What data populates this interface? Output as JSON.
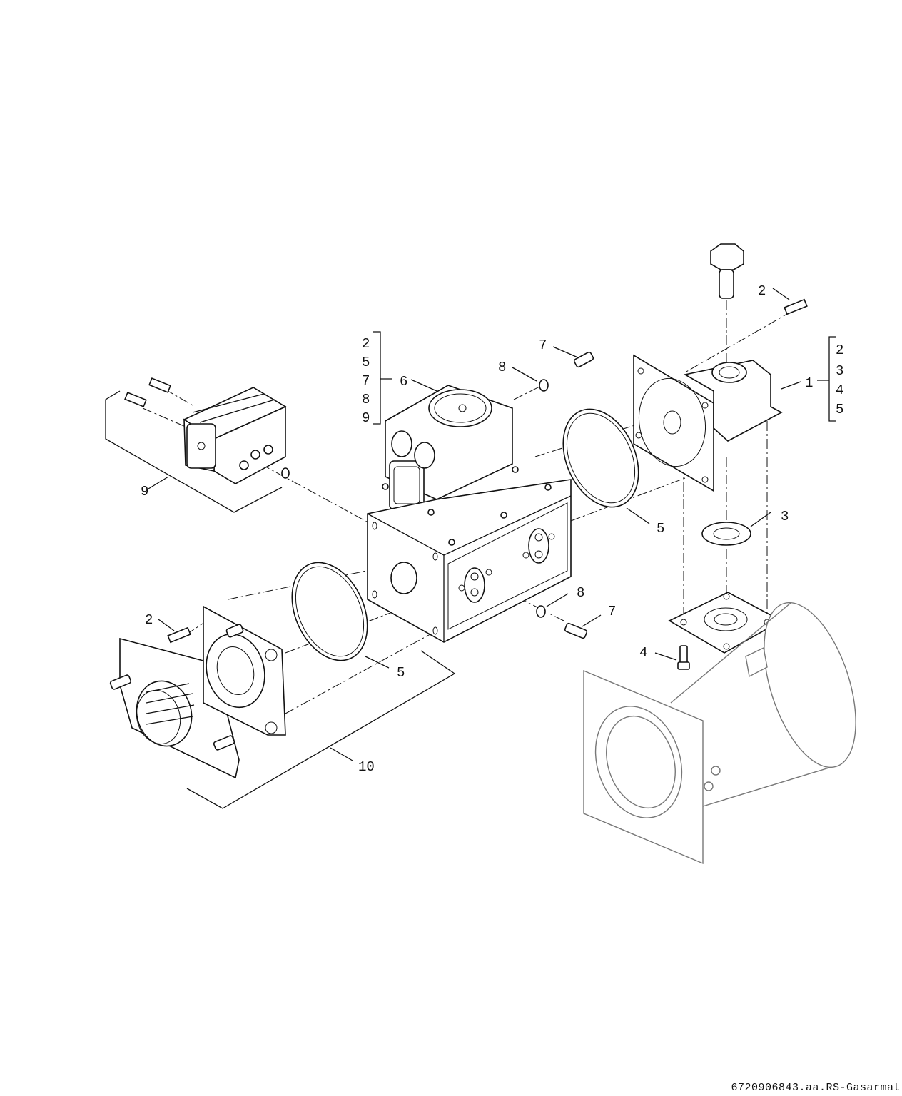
{
  "callouts": {
    "c1": "1",
    "c2a": "2",
    "c2b": "2",
    "c3": "3",
    "c4": "4",
    "c5a": "5",
    "c5b": "5",
    "c6": "6",
    "c7a": "7",
    "c7b": "7",
    "c8a": "8",
    "c8b": "8",
    "c9": "9",
    "c10": "10"
  },
  "kit_list_6": [
    "2",
    "5",
    "7",
    "8",
    "9"
  ],
  "kit_list_1": [
    "2",
    "3",
    "4",
    "5"
  ],
  "reference": "6720906843.aa.RS-Gasarmat"
}
